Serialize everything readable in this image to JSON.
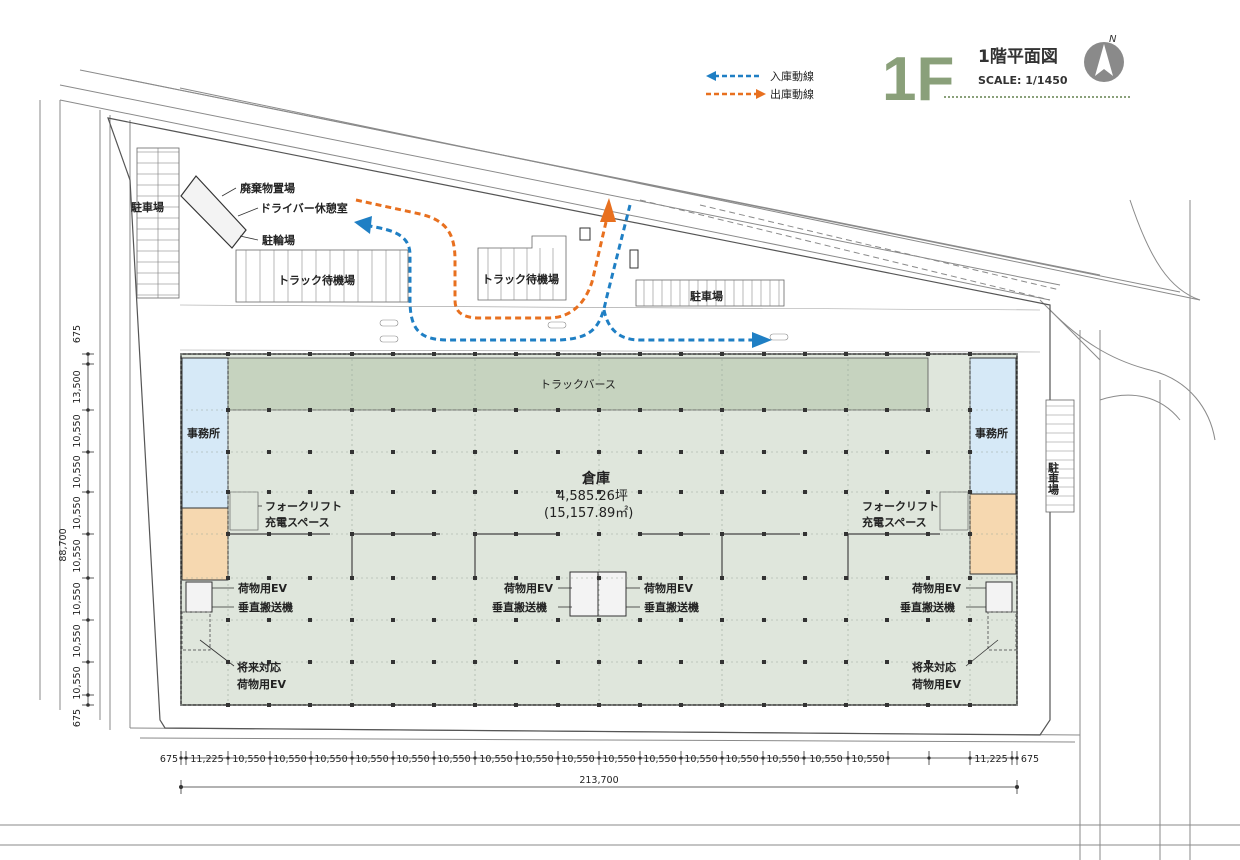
{
  "header": {
    "floor": "1F",
    "title": "1階平面図",
    "scale": "SCALE: 1/1450",
    "north": "N"
  },
  "legend": {
    "inbound": "入庫動線",
    "outbound": "出庫動線",
    "inbound_color": "#1f7fc4",
    "outbound_color": "#e8701f"
  },
  "labels": {
    "parking_left": "駐車場",
    "waste": "廃棄物置場",
    "driver_rest": "ドライバー休憩室",
    "bicycle": "駐輪場",
    "truck_wait_1": "トラック待機場",
    "truck_wait_2": "トラック待機場",
    "parking_top": "駐車場",
    "parking_right": "駐車場",
    "truck_berth": "トラックバース",
    "office_left": "事務所",
    "office_right": "事務所",
    "warehouse": "倉庫",
    "warehouse_tsubo": "4,585.26坪",
    "warehouse_m2": "(15,157.89㎡)",
    "forklift_left_1": "フォークリフト",
    "forklift_left_2": "充電スペース",
    "forklift_right_1": "フォークリフト",
    "forklift_right_2": "充電スペース",
    "ev_left": "荷物用EV",
    "conveyor_left": "垂直搬送機",
    "ev_center_left": "荷物用EV",
    "conveyor_center_left": "垂直搬送機",
    "ev_center_right": "荷物用EV",
    "conveyor_center_right": "垂直搬送機",
    "ev_right": "荷物用EV",
    "conveyor_right": "垂直搬送機",
    "future_left_1": "将来対応",
    "future_left_2": "荷物用EV",
    "future_right_1": "将来対応",
    "future_right_2": "荷物用EV"
  },
  "colors": {
    "warehouse": "#dfe6dc",
    "berth": "#c6d3bf",
    "office": "#d6e9f7",
    "service": "#f6d8b0",
    "accent": "#8aa07a"
  },
  "dims_vertical": [
    "675",
    "13,500",
    "10,550",
    "10,550",
    "10,550",
    "10,550",
    "10,550",
    "10,550",
    "10,550",
    "675"
  ],
  "dim_vertical_total": "88,700",
  "dims_horizontal": [
    "675",
    "11,225",
    "10,550",
    "10,550",
    "10,550",
    "10,550",
    "10,550",
    "10,550",
    "10,550",
    "10,550",
    "10,550",
    "10,550",
    "10,550",
    "10,550",
    "10,550",
    "10,550",
    "10,550",
    "10,550",
    "11,225",
    "675"
  ],
  "dim_horizontal_total": "213,700"
}
